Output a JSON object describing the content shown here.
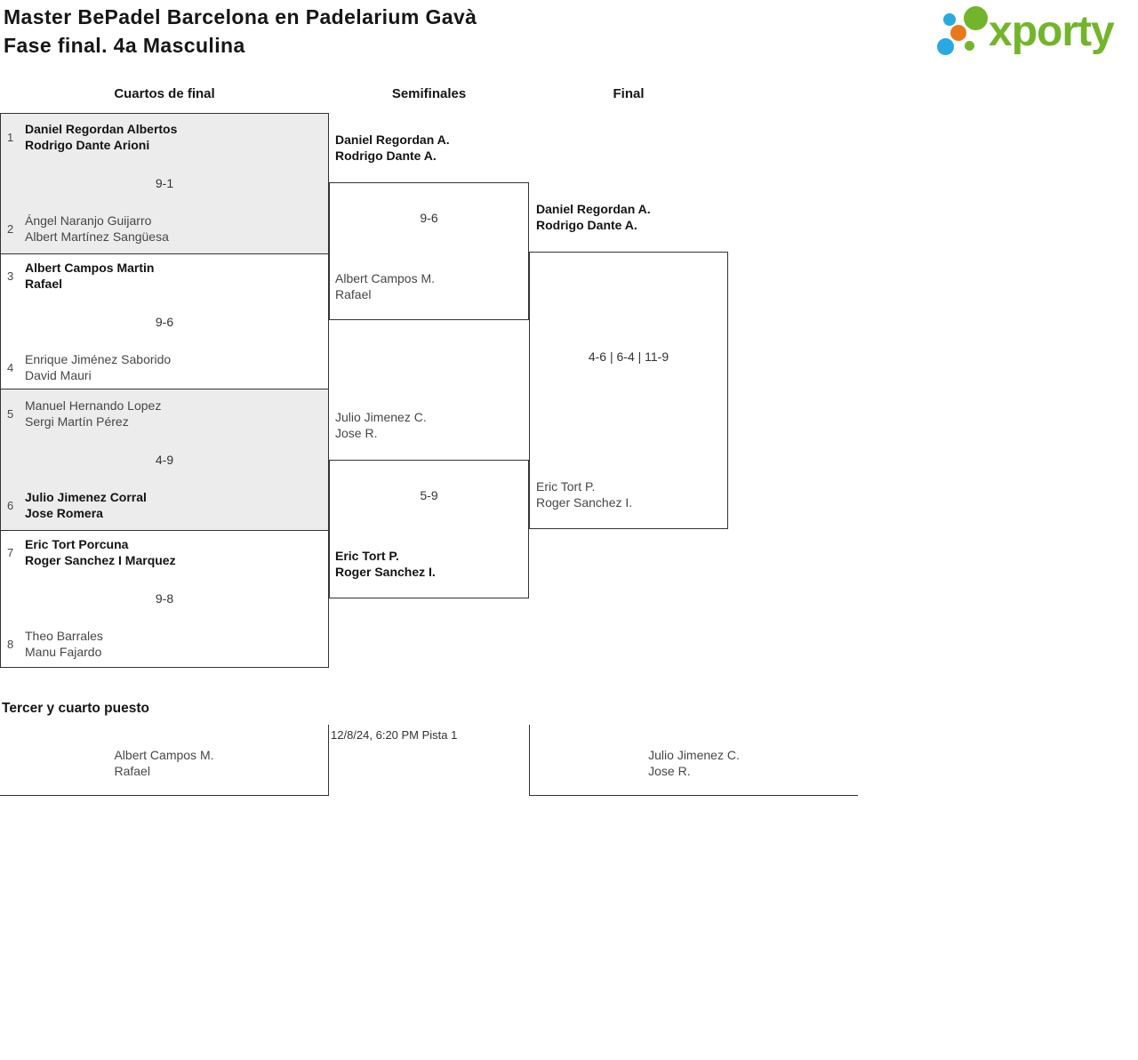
{
  "header": {
    "title_line1": "Master BePadel Barcelona en Padelarium Gavà",
    "title_line2": "Fase final. 4a Masculina",
    "logo_text": "xporty"
  },
  "columns": {
    "quarterfinals": "Cuartos de final",
    "semifinals": "Semifinales",
    "final": "Final"
  },
  "bracket": {
    "quarterfinals": [
      {
        "seeds": [
          "1",
          "2"
        ],
        "top": {
          "line1": "Daniel Regordan Albertos",
          "line2": "Rodrigo Dante Arioni"
        },
        "score": "9-1",
        "bottom": {
          "line1": "Ángel Naranjo Guijarro",
          "line2": "Albert Martínez Sangüesa"
        }
      },
      {
        "seeds": [
          "3",
          "4"
        ],
        "top": {
          "line1": "Albert Campos Martin",
          "line2": "Rafael"
        },
        "score": "9-6",
        "bottom": {
          "line1": "Enrique Jiménez Saborido",
          "line2": "David Mauri"
        }
      },
      {
        "seeds": [
          "5",
          "6"
        ],
        "top": {
          "line1": "Manuel Hernando Lopez",
          "line2": "Sergi Martín Pérez"
        },
        "score": "4-9",
        "bottom": {
          "line1": "Julio Jimenez Corral",
          "line2": "Jose Romera"
        }
      },
      {
        "seeds": [
          "7",
          "8"
        ],
        "top": {
          "line1": "Eric Tort Porcuna",
          "line2": "Roger Sanchez I Marquez"
        },
        "score": "9-8",
        "bottom": {
          "line1": "Theo Barrales",
          "line2": "Manu Fajardo"
        }
      }
    ],
    "semifinals": [
      {
        "top": {
          "line1": "Daniel Regordan A.",
          "line2": "Rodrigo Dante A."
        },
        "score": "9-6",
        "bottom": {
          "line1": "Albert Campos M.",
          "line2": "Rafael"
        }
      },
      {
        "top": {
          "line1": "Julio Jimenez C.",
          "line2": "Jose R."
        },
        "score": "5-9",
        "bottom": {
          "line1": "Eric Tort P.",
          "line2": "Roger Sanchez I."
        }
      }
    ],
    "final": {
      "top": {
        "line1": "Daniel Regordan A.",
        "line2": "Rodrigo Dante A."
      },
      "score": "4-6 | 6-4 | 11-9",
      "bottom": {
        "line1": "Eric Tort P.",
        "line2": "Roger Sanchez I."
      }
    }
  },
  "third_place": {
    "heading": "Tercer y cuarto puesto",
    "left_team": {
      "line1": "Albert Campos M.",
      "line2": "Rafael"
    },
    "schedule": "12/8/24, 6:20 PM Pista 1",
    "right_team": {
      "line1": "Julio Jimenez C.",
      "line2": "Jose R."
    }
  },
  "colors": {
    "logo_green": "#72b52b",
    "logo_blue": "#29a9e1",
    "logo_orange": "#e8791b",
    "box_gray": "#ececec",
    "border": "#333333",
    "winner_text": "#141414",
    "loser_text": "#474747"
  }
}
